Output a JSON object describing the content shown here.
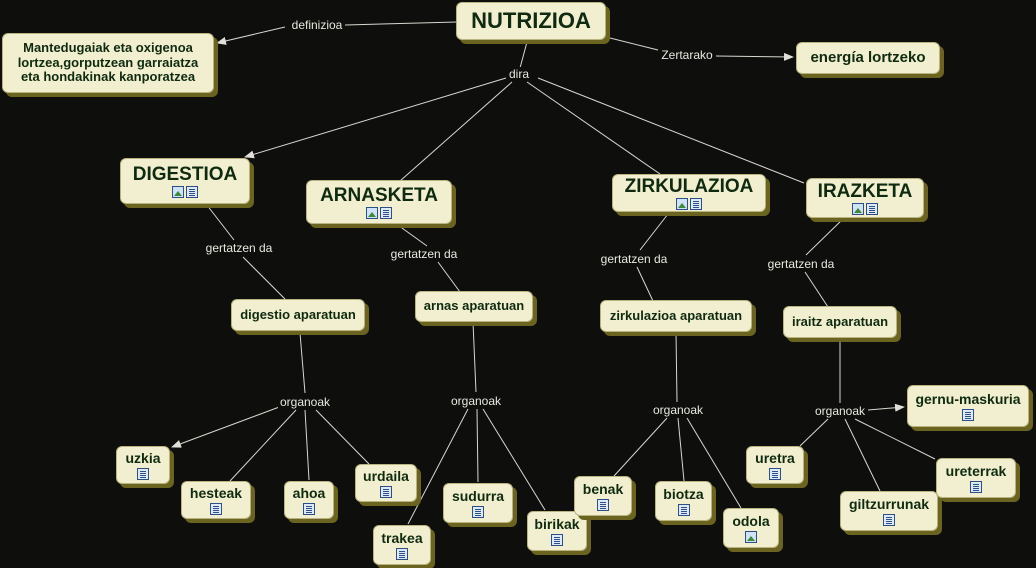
{
  "nodes": {
    "nutrizioa": "NUTRIZIOA",
    "definition": [
      "Mantedugaiak  eta oxigenoa",
      "lortzea,gorputzean garraiatza",
      "eta hondakinak kanporatzea"
    ],
    "energia": "energía lortzeko",
    "digestioa": "DIGESTIOA",
    "arnasketa": "ARNASKETA",
    "zirkulazioa": "ZIRKULAZIOA",
    "irazketa": "IRAZKETA",
    "digestio_aparatuan": "digestio aparatuan",
    "arnas_aparatuan": "arnas aparatuan",
    "zirkulazioa_aparatuan": "zirkulazioa aparatuan",
    "iraitz_aparatuan": "iraitz aparatuan",
    "uzkia": "uzkia",
    "hesteak": "hesteak",
    "ahoa": "ahoa",
    "urdaila": "urdaila",
    "trakea": "trakea",
    "sudurra": "sudurra",
    "birikak": "birikak",
    "benak": "benak",
    "biotza": "biotza",
    "odola": "odola",
    "uretra": "uretra",
    "giltzurrunak": "giltzurrunak",
    "ureterrak": "ureterrak",
    "gernu_maskuria": "gernu-maskuria"
  },
  "links": {
    "definizioa": "definizioa",
    "zertarako": "Zertarako",
    "dira": "dira",
    "gertatzen_da": "gertatzen da",
    "organoak": "organoak"
  },
  "colors": {
    "background": "#0e0e0c",
    "node_fill": "#f1efcf",
    "node_shadow": "#6b6420",
    "node_text": "#0f2a10",
    "line": "#d8d8d0"
  }
}
